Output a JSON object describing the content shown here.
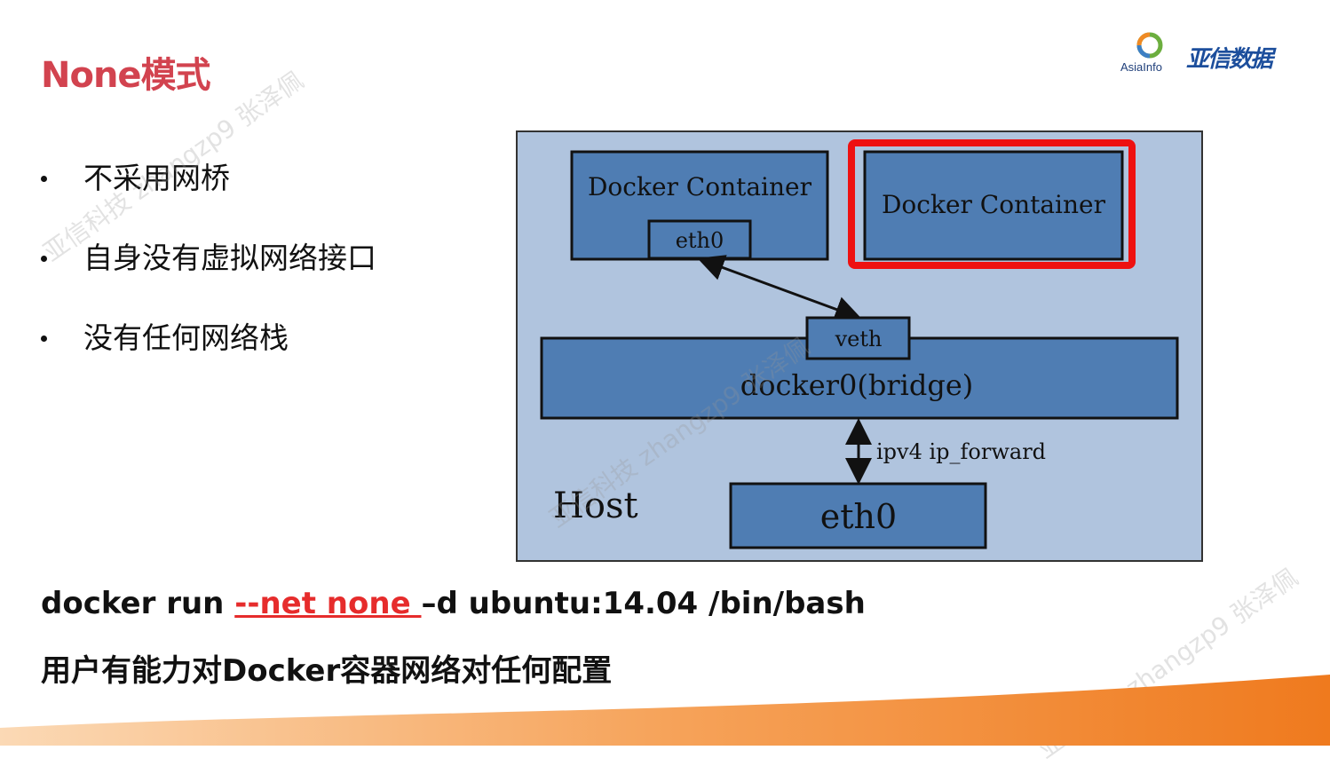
{
  "slide": {
    "title": "None模式",
    "logo": {
      "english": "AsiaInfo",
      "chinese": "亚信数据",
      "icon": "ring-logo-icon"
    },
    "bullets": [
      "不采用网桥",
      "自身没有虚拟网络接口",
      "没有任何网络栈"
    ],
    "command": {
      "prefix": "docker run ",
      "highlight": "--net none ",
      "suffix": "–d ubuntu:14.04 /bin/bash"
    },
    "caption": "用户有能力对Docker容器网络对任何配置",
    "watermark": "亚信科技 zhangzp9 张泽佩"
  },
  "diagram": {
    "container_left_label": "Docker Container",
    "container_left_iface": "eth0",
    "container_right_label": "Docker Container",
    "veth_label": "veth",
    "bridge_label": "docker0(bridge)",
    "forward_label": "ipv4 ip_forward",
    "host_label": "Host",
    "host_iface": "eth0"
  },
  "colors": {
    "title": "#d2434f",
    "host_bg": "#b0c4de",
    "box_fill": "#4f7db3",
    "highlight_border": "#ee1111",
    "command_highlight": "#e62c2c",
    "wave": "#f07d22"
  }
}
